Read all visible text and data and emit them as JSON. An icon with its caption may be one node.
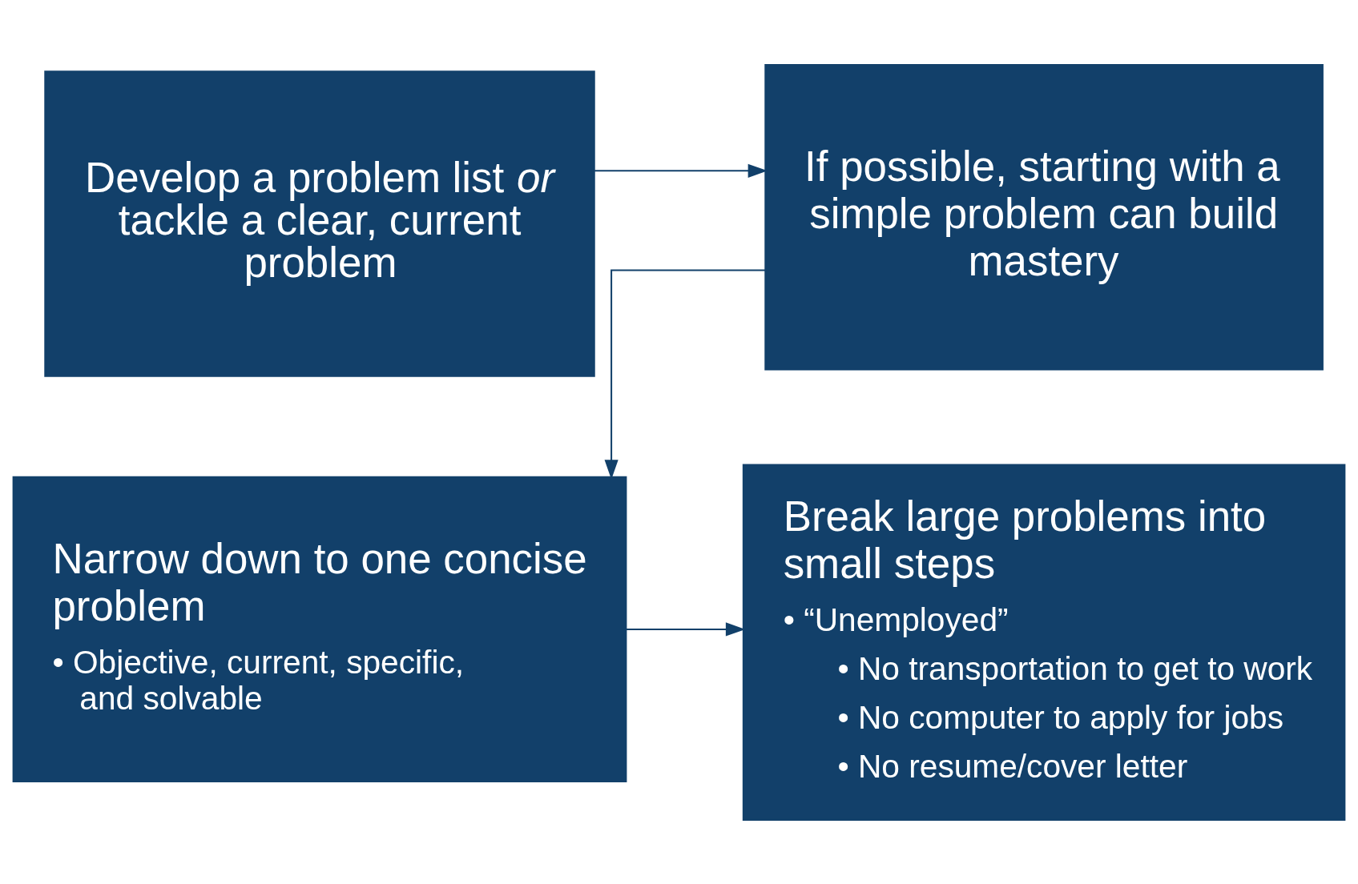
{
  "diagram": {
    "nodes": [
      {
        "text": [
          "Develop a problem list *or* tackle a clear, current problem"
        ]
      },
      {
        "text": [
          "If possible, starting with a simple problem can build mastery"
        ]
      },
      {
        "text": [
          "Narrow down to one concise problem",
          "• Objective, current, specific, and solvable"
        ]
      },
      {
        "text": [
          "Break large problems into small steps",
          "• “Unemployed”",
          "• No transportation to get to work",
          "• No computer to apply for jobs",
          "• No resume/cover letter"
        ]
      }
    ],
    "edges": [
      {
        "from": 0,
        "to": 1,
        "arrow": "to"
      },
      {
        "from": 1,
        "to": 2,
        "arrow": "to"
      },
      {
        "from": 2,
        "to": 3,
        "arrow": "to"
      }
    ]
  }
}
